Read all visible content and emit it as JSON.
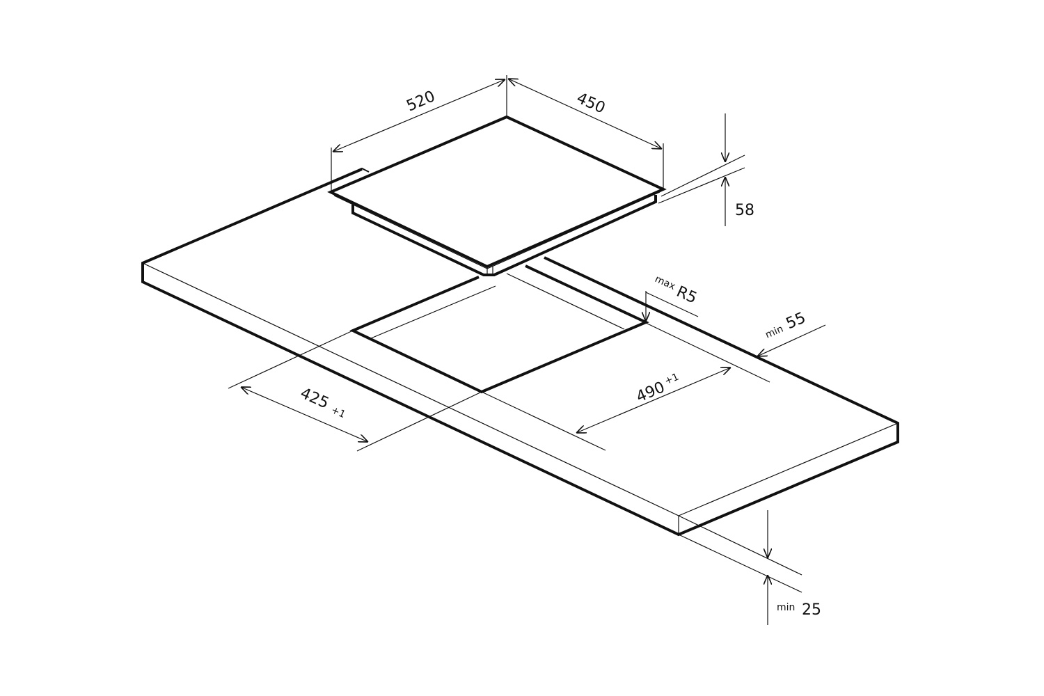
{
  "dimensions": {
    "hob_width": "520",
    "hob_depth": "450",
    "hob_height": "58",
    "corner_radius": {
      "prefix": "max",
      "value": "R5"
    },
    "front_margin": {
      "prefix": "min",
      "value": "55"
    },
    "cutout_width": {
      "value": "490",
      "tolerance": "+1"
    },
    "cutout_depth": {
      "value": "425",
      "tolerance": "+1"
    },
    "worktop_thickness": {
      "prefix": "min",
      "value": "25"
    }
  }
}
